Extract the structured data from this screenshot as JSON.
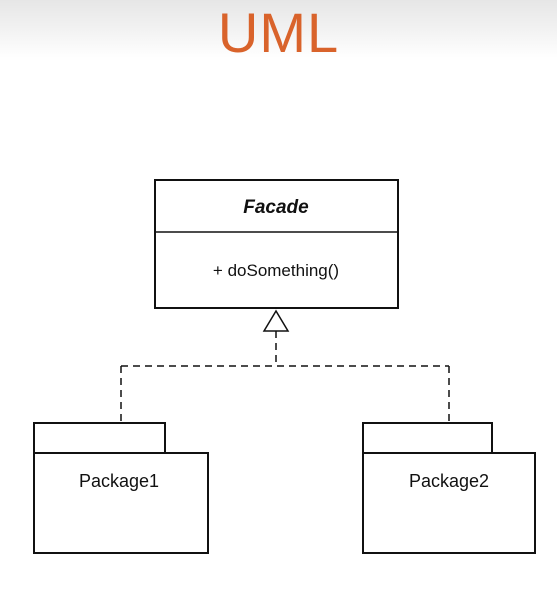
{
  "slide": {
    "title": "UML",
    "title_color": "#d9632b"
  },
  "diagram": {
    "facade": {
      "name": "Facade",
      "operations": [
        "+ doSomething()"
      ]
    },
    "packages": [
      {
        "label": "Package1"
      },
      {
        "label": "Package2"
      }
    ],
    "relationship": "realization"
  }
}
